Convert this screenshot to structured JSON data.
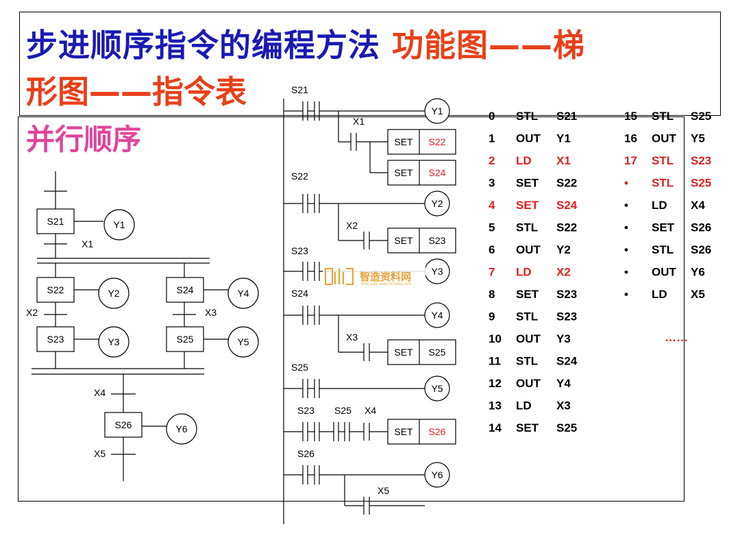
{
  "title": {
    "line1_blue": "步进顺序指令的编程方法",
    "line1_red": "功能图——梯",
    "line2_red": "形图——指令表"
  },
  "subtitle": "并行顺序",
  "sfc": {
    "steps": [
      "S21",
      "S22",
      "S24",
      "S23",
      "S25",
      "S26"
    ],
    "outputs": [
      "Y1",
      "Y2",
      "Y4",
      "Y3",
      "Y5",
      "Y6"
    ],
    "transitions": [
      "X1",
      "X2",
      "X3",
      "X4",
      "X5"
    ]
  },
  "ladder": {
    "labels": {
      "s21": "S21",
      "x1": "X1",
      "s22": "S22",
      "x2": "X2",
      "s23": "S23",
      "s24": "S24",
      "x3": "X3",
      "s25": "S25",
      "s23b": "S23",
      "s25b": "S25",
      "x4": "X4",
      "s26": "S26",
      "x5": "X5"
    },
    "coils": [
      "Y1",
      "Y2",
      "Y3",
      "Y4",
      "Y5",
      "Y6"
    ],
    "set_label": "SET",
    "set_targets": [
      "S22",
      "S24",
      "S23",
      "S25",
      "S26"
    ]
  },
  "watermark": {
    "text": "智造资料网",
    "sub": "INTELLIGENT MANUFACTURING DATA"
  },
  "colors": {
    "title_blue": "#1a1ab4",
    "title_red": "#e8401a",
    "subtitle_pink": "#e0459a",
    "highlight_red": "#e02020"
  },
  "instructions_left": [
    {
      "num": "0",
      "op": "STL",
      "arg": "S21",
      "red": false
    },
    {
      "num": "1",
      "op": "OUT",
      "arg": "Y1",
      "red": false
    },
    {
      "num": "2",
      "op": "LD",
      "arg": "X1",
      "red": true
    },
    {
      "num": "3",
      "op": "SET",
      "arg": "S22",
      "red": false
    },
    {
      "num": "4",
      "op": "SET",
      "arg": "S24",
      "red": true
    },
    {
      "num": "5",
      "op": "STL",
      "arg": "S22",
      "red": false
    },
    {
      "num": "6",
      "op": "OUT",
      "arg": "Y2",
      "red": false
    },
    {
      "num": "7",
      "op": "LD",
      "arg": "X2",
      "red": true
    },
    {
      "num": "8",
      "op": "SET",
      "arg": "S23",
      "red": false
    },
    {
      "num": "9",
      "op": "STL",
      "arg": "S23",
      "red": false
    },
    {
      "num": "10",
      "op": "OUT",
      "arg": "Y3",
      "red": false
    },
    {
      "num": "11",
      "op": "STL",
      "arg": "S24",
      "red": false
    },
    {
      "num": "12",
      "op": "OUT",
      "arg": "Y4",
      "red": false
    },
    {
      "num": "13",
      "op": "LD",
      "arg": "X3",
      "red": false
    },
    {
      "num": "14",
      "op": "SET",
      "arg": "S25",
      "red": false
    }
  ],
  "instructions_right": [
    {
      "num": "15",
      "op": "STL",
      "arg": "S25",
      "red": false
    },
    {
      "num": "16",
      "op": "OUT",
      "arg": "Y5",
      "red": false
    },
    {
      "num": "17",
      "op": "STL",
      "arg": "S23",
      "red": true
    },
    {
      "num": "•",
      "op": "STL",
      "arg": "S25",
      "red": true
    },
    {
      "num": "•",
      "op": "LD",
      "arg": "X4",
      "red": false
    },
    {
      "num": "•",
      "op": "SET",
      "arg": "S26",
      "red": false
    },
    {
      "num": "•",
      "op": "STL",
      "arg": "S26",
      "red": false
    },
    {
      "num": "•",
      "op": "OUT",
      "arg": "Y6",
      "red": false
    },
    {
      "num": "•",
      "op": "LD",
      "arg": "X5",
      "red": false
    }
  ],
  "ellipsis": "……"
}
